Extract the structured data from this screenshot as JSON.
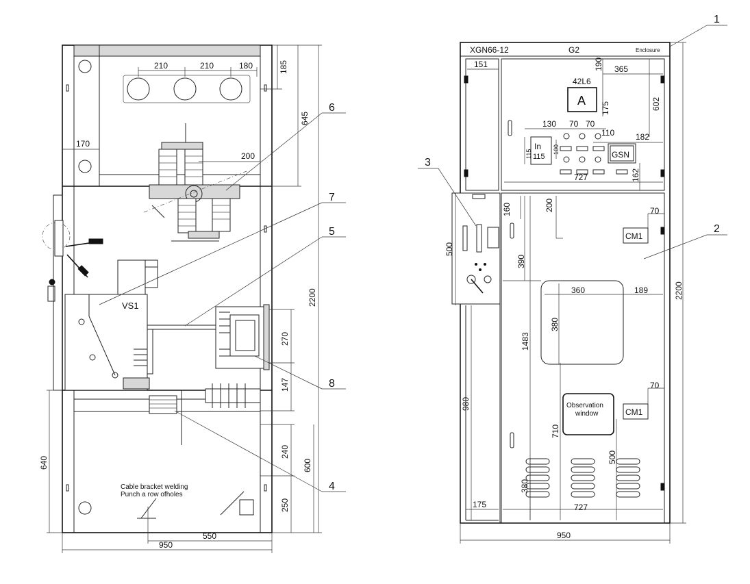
{
  "left_view": {
    "dims": {
      "d210a": "210",
      "d210b": "210",
      "d180": "180",
      "d185": "185",
      "d645": "645",
      "d170": "170",
      "d200": "200",
      "d2200": "2200",
      "d270": "270",
      "d147": "147",
      "d240": "240",
      "d600": "600",
      "d250": "250",
      "d640": "640",
      "d550": "550",
      "d950": "950"
    },
    "labels": {
      "vs1": "VS1",
      "cable_bracket_1": "Cable bracket welding",
      "cable_bracket_2": "Punch a row ofholes"
    },
    "callouts": {
      "c4": "4",
      "c5": "5",
      "c6": "6",
      "c7": "7",
      "c8": "8"
    }
  },
  "right_view": {
    "header": {
      "model": "XGN66-12",
      "type": "G2",
      "enclosure": "Enclosure"
    },
    "dims": {
      "d151": "151",
      "d190": "190",
      "d365": "365",
      "d602": "602",
      "d175a": "175",
      "d130": "130",
      "d70a": "70",
      "d70b": "70",
      "d110": "110",
      "d182": "182",
      "d100": "100",
      "d115a": "115",
      "d115b": "115",
      "d162": "162",
      "d727a": "727",
      "d160": "160",
      "d200": "200",
      "d70c": "70",
      "d2200": "2200",
      "d500a": "500",
      "d390": "390",
      "d360": "360",
      "d189": "189",
      "d380a": "380",
      "d1483": "1483",
      "d70d": "70",
      "d980": "980",
      "d710": "710",
      "d500b": "500",
      "d380b": "380",
      "d175b": "175",
      "d727b": "727",
      "d950": "950"
    },
    "labels": {
      "ammeter": "A",
      "ammeter_tag": "42L6",
      "indicator": "In",
      "gsn": "GSN",
      "cm1_top": "CM1",
      "cm1_bottom": "CM1",
      "obs_1": "Observation",
      "obs_2": "window"
    },
    "callouts": {
      "c1": "1",
      "c2": "2",
      "c3": "3"
    }
  }
}
